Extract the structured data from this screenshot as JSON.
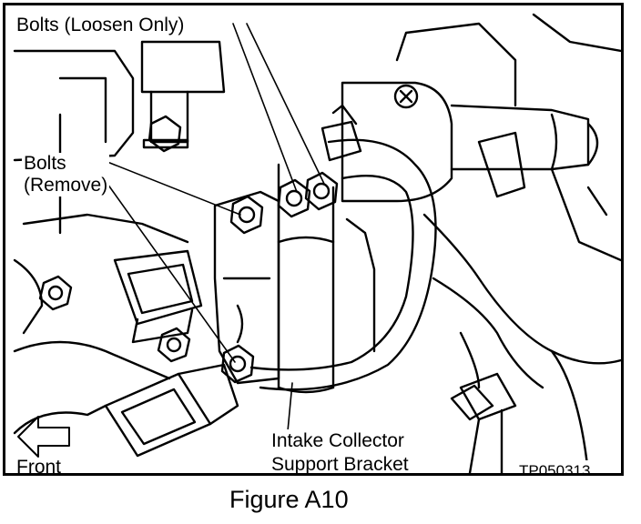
{
  "figure": {
    "callouts": {
      "loosen_bolts": "Bolts (Loosen Only)",
      "remove_bolts_line1": "Bolts",
      "remove_bolts_line2": "(Remove)",
      "bracket_line1": "Intake Collector",
      "bracket_line2": "Support Bracket",
      "direction": "Front",
      "code": "TP050313"
    },
    "caption": "Figure A10"
  },
  "colors": {
    "line": "#000000",
    "background": "#ffffff"
  }
}
